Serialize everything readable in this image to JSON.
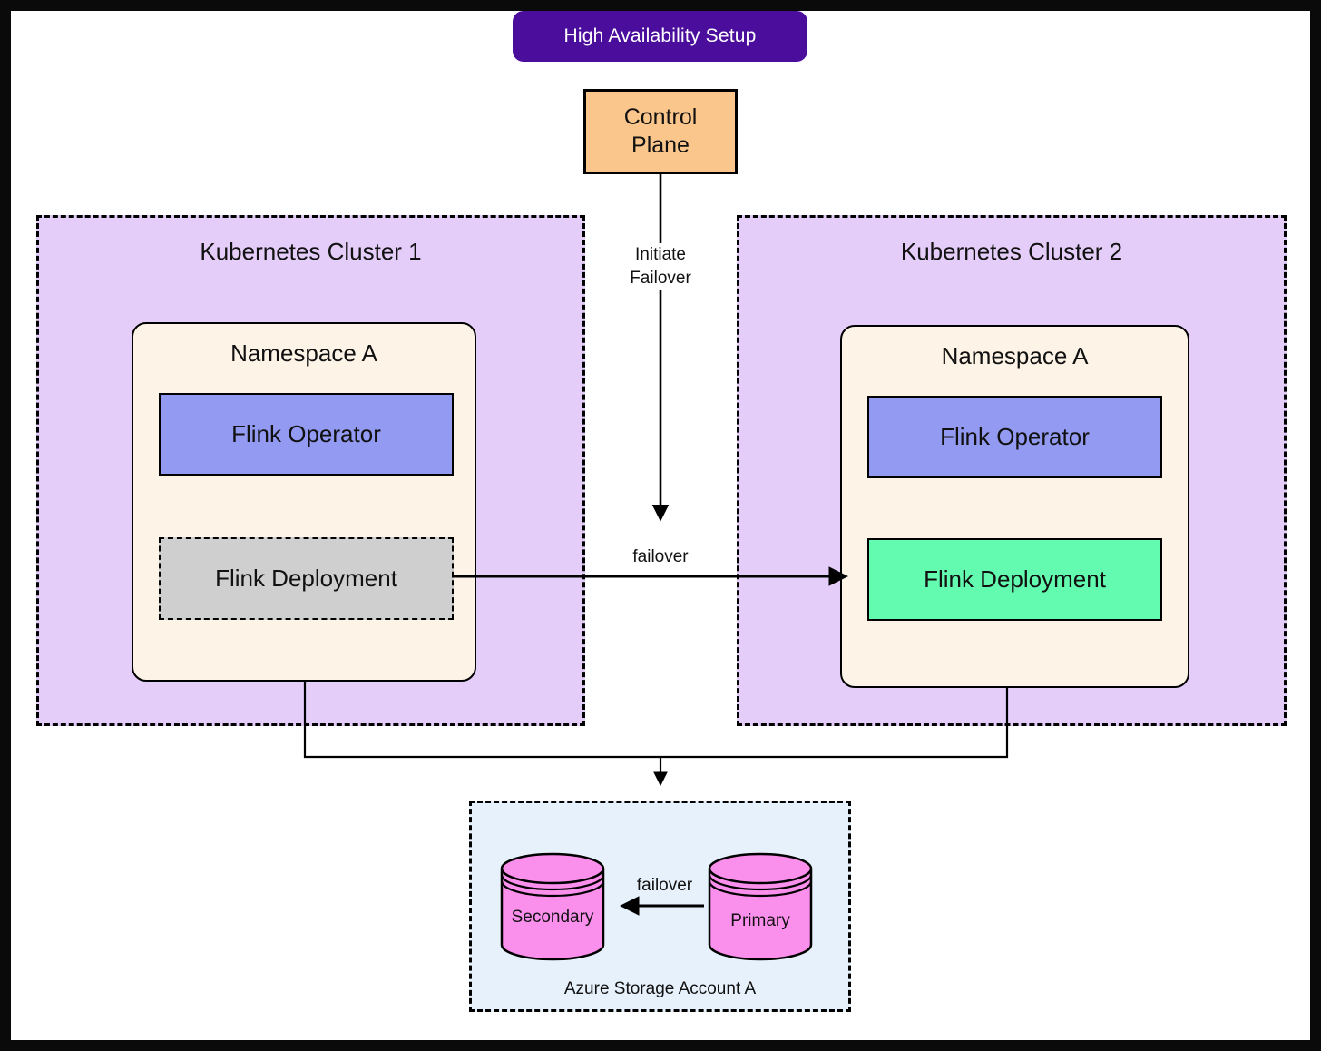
{
  "banner": {
    "label": "High Availability Setup"
  },
  "control_plane": {
    "label": "Control\nPlane"
  },
  "edges": {
    "initiate_failover_label": "Initiate\nFailover",
    "failover_label": "failover"
  },
  "clusters": [
    {
      "title": "Kubernetes Cluster 1",
      "namespace": {
        "title": "Namespace A",
        "operator_label": "Flink Operator",
        "deployment_label": "Flink Deployment"
      }
    },
    {
      "title": "Kubernetes Cluster 2",
      "namespace": {
        "title": "Namespace A",
        "operator_label": "Flink Operator",
        "deployment_label": "Flink Deployment"
      }
    }
  ],
  "storage": {
    "title": "Azure Storage Account A",
    "secondary_label": "Secondary",
    "primary_label": "Primary",
    "failover_label": "failover"
  },
  "colors": {
    "banner_bg": "#4A0D9C",
    "control_plane_bg": "#FBC68C",
    "cluster_bg": "#E5CDF9",
    "namespace_bg": "#FDF3E6",
    "operator_bg": "#939AF1",
    "deployment_standby_bg": "#CFCFCF",
    "deployment_active_bg": "#63FBB0",
    "storage_bg": "#E7F1FB",
    "cylinder_bg": "#FA8FEC"
  }
}
